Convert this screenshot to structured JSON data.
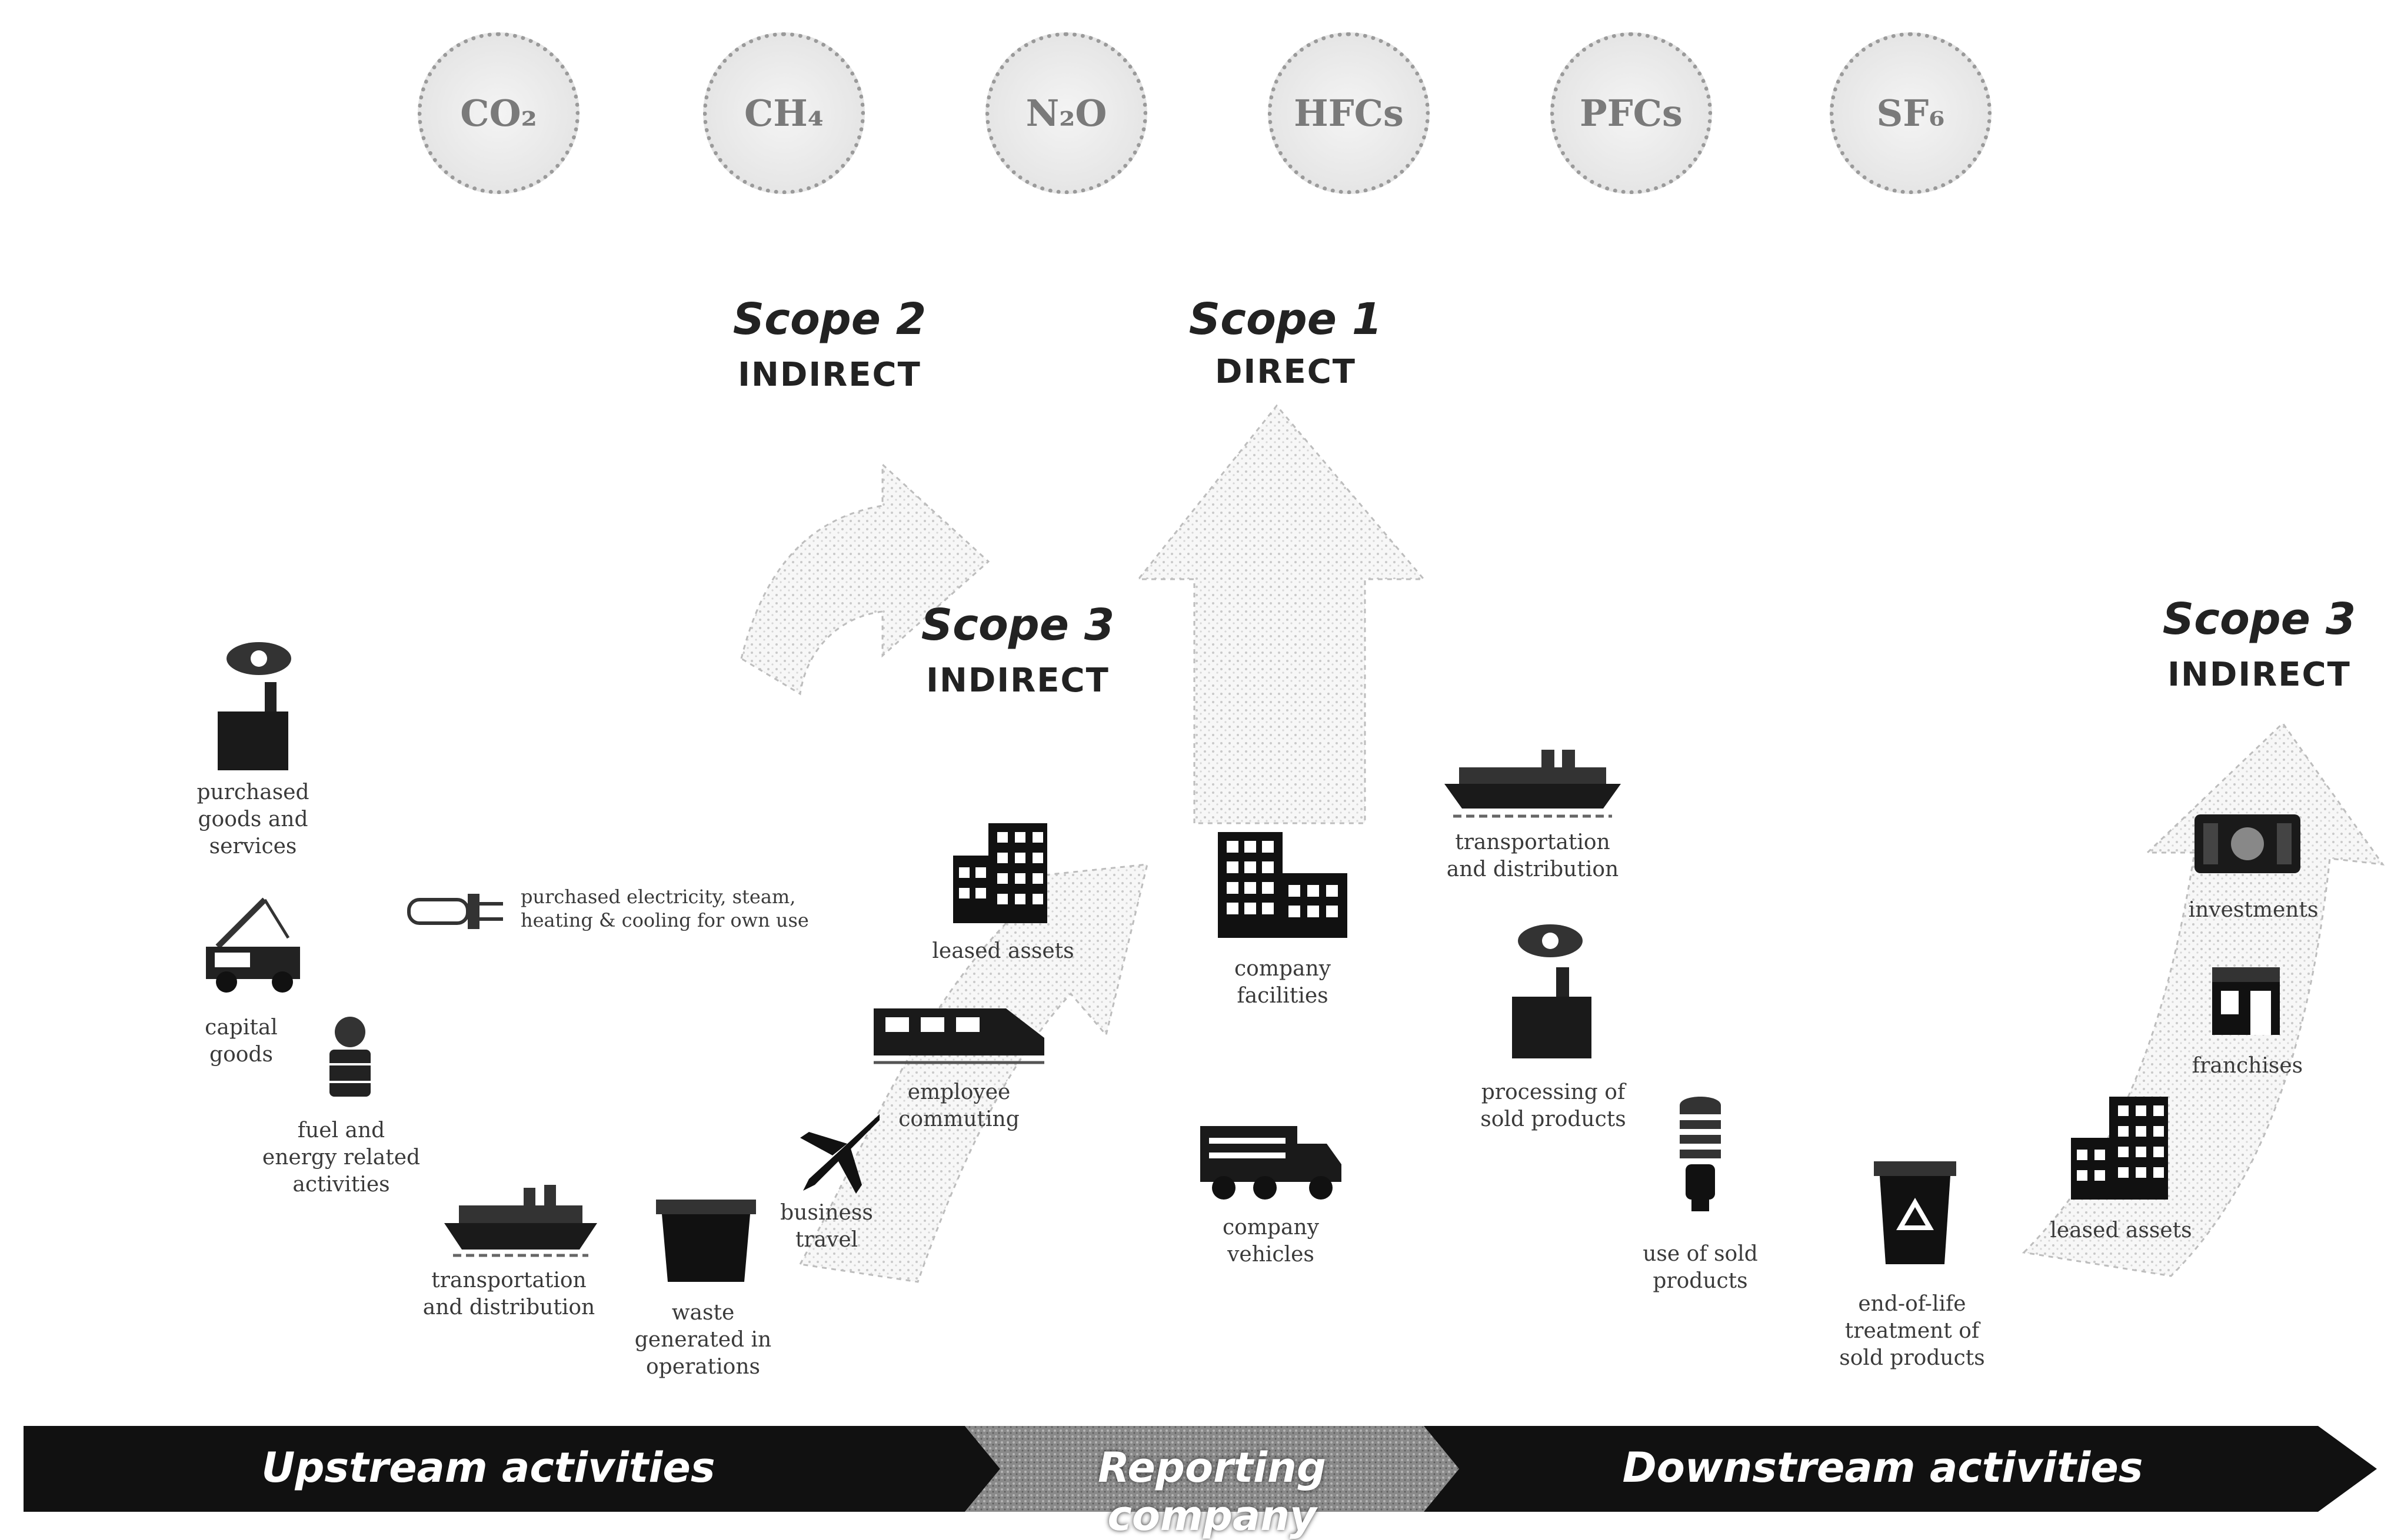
{
  "gases": [
    {
      "id": "co2",
      "label": "CO₂"
    },
    {
      "id": "ch4",
      "label": "CH₄"
    },
    {
      "id": "n2o",
      "label": "N₂O"
    },
    {
      "id": "hfcs",
      "label": "HFCs"
    },
    {
      "id": "pfcs",
      "label": "PFCs"
    },
    {
      "id": "sf6",
      "label": "SF₆"
    }
  ],
  "scopes": {
    "scope2": {
      "title": "Scope 2",
      "subtitle": "INDIRECT"
    },
    "scope1": {
      "title": "Scope 1",
      "subtitle": "DIRECT"
    },
    "scope3_up": {
      "title": "Scope 3",
      "subtitle": "INDIRECT"
    },
    "scope3_down": {
      "title": "Scope 3",
      "subtitle": "INDIRECT"
    }
  },
  "upstream": {
    "purchased_goods": "purchased\ngoods and\nservices",
    "purchased_electricity": "purchased electricity, steam,\nheating & cooling for own use",
    "capital_goods": "capital\ngoods",
    "fuel_energy": "fuel and\nenergy related\nactivities",
    "transportation": "transportation\nand distribution",
    "waste": "waste\ngenerated in\noperations",
    "business_travel": "business\ntravel",
    "employee_commuting": "employee\ncommuting",
    "leased_assets": "leased assets"
  },
  "reporting": {
    "company_facilities": "company\nfacilities",
    "company_vehicles": "company\nvehicles"
  },
  "downstream": {
    "transportation": "transportation\nand distribution",
    "processing": "processing of\nsold products",
    "use_of_sold": "use of sold\nproducts",
    "end_of_life": "end-of-life\ntreatment of\nsold products",
    "leased_assets": "leased assets",
    "franchises": "franchises",
    "investments": "investments"
  },
  "bar": {
    "upstream": "Upstream activities",
    "reporting": "Reporting company",
    "downstream": "Downstream activities"
  }
}
